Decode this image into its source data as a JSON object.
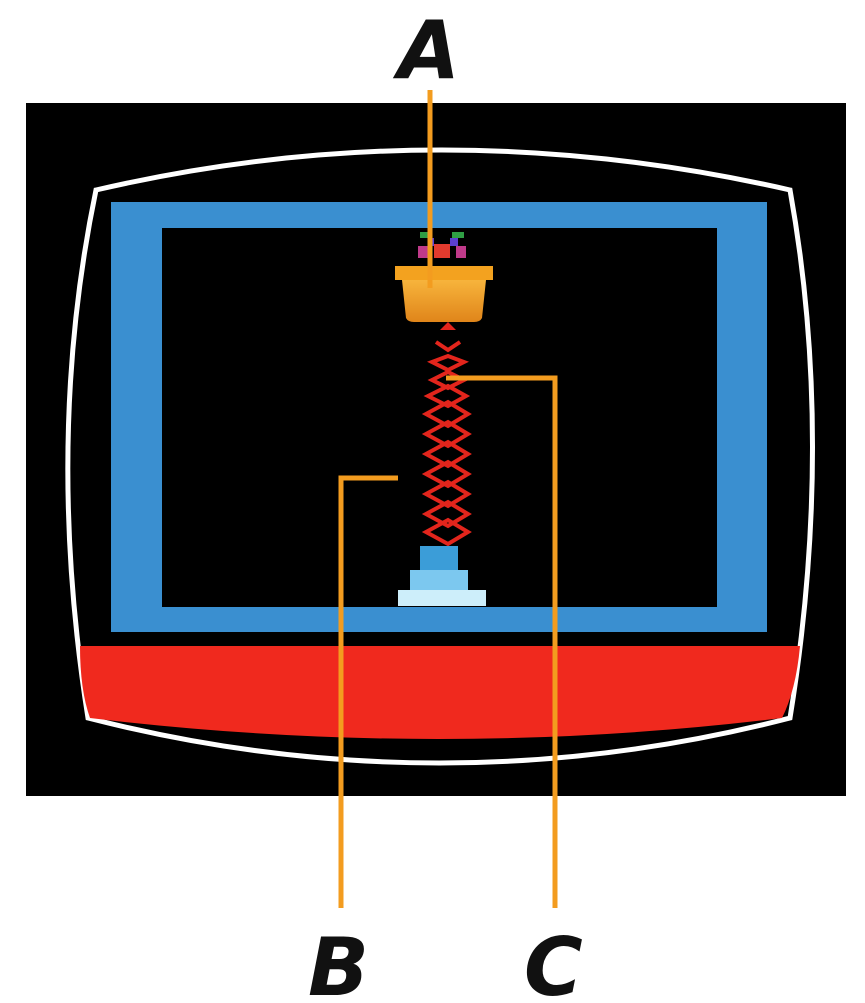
{
  "labels": {
    "a": "A",
    "b": "B",
    "c": "C"
  },
  "colors": {
    "screen_bezel": "#000000",
    "tube_outline": "#ffffff",
    "playfield_border": "#3a8fd0",
    "ground_strip": "#f0291e",
    "bucket": "#f3a21f",
    "coil": "#e3251c",
    "pedestal_dark": "#3b9dd8",
    "pedestal_light": "#cdeefa",
    "callout_line": "#f39c1f"
  }
}
